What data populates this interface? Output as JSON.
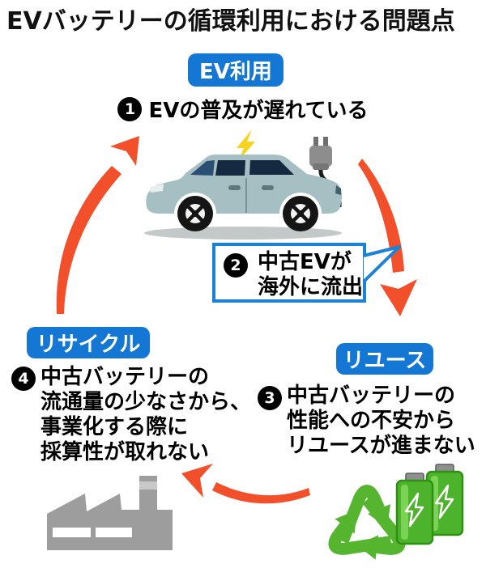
{
  "title": "EVバッテリーの循環利用における問題点",
  "badges": {
    "ev_use": "EV利用",
    "recycle": "リサイクル",
    "reuse": "リユース"
  },
  "points": {
    "p1": {
      "num": "1",
      "text": "EVの普及が遅れている"
    },
    "p2": {
      "num": "2",
      "line1": "中古EVが",
      "line2": "海外に流出"
    },
    "p3": {
      "num": "3",
      "line1": "中古バッテリーの",
      "line2": "性能への不安から",
      "line3": "リユースが進まない"
    },
    "p4": {
      "num": "4",
      "line1": "中古バッテリーの",
      "line2": "流通量の少なさから、",
      "line3": "事業化する際に",
      "line4": "採算性が取れない"
    }
  },
  "icons": {
    "ev_car": "ev-car-icon",
    "lightning": "lightning-icon",
    "charging_plug": "charging-plug-icon",
    "factory": "factory-icon",
    "recycling": "recycling-icon",
    "batteries": "battery-icon",
    "arrow_up": "curved-arrow-up-icon",
    "arrow_down": "curved-arrow-down-icon",
    "arrow_left": "curved-arrow-left-icon",
    "bubble_tail": "speech-bubble-tail-icon"
  },
  "colors": {
    "badge_blue": "#1377d3",
    "bubble_border_blue": "#1c82d6",
    "arrow_orange": "#f2502a",
    "eco_green": "#56b52e",
    "battery_green": "#4db22c",
    "factory_gray": "#9d9d9d",
    "car_teal": "#a5bfc3",
    "lightning_yellow": "#f6d31c"
  }
}
